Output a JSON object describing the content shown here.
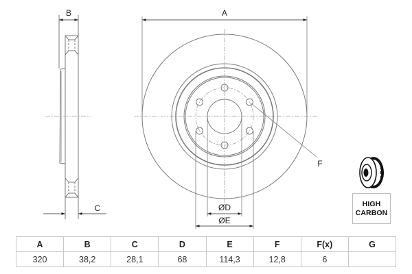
{
  "drawing": {
    "title": "Brake disc technical drawing",
    "side_view": {
      "dim_B_label": "B",
      "dim_C_label": "C"
    },
    "front_view": {
      "dim_A_label": "A",
      "dim_D_label": "ØD",
      "dim_E_label": "ØE",
      "leader_F_label": "F",
      "bolt_holes": 6
    },
    "colors": {
      "line": "#7a7a7a",
      "center_line": "#a0a0a0",
      "text": "#222222",
      "table_border": "#c8c8c8"
    }
  },
  "badge": {
    "icon": "brake-disc-icon",
    "line1": "HIGH",
    "line2": "CARBON"
  },
  "spec_table": {
    "headers": [
      "A",
      "B",
      "C",
      "D",
      "E",
      "F",
      "F(x)",
      "G"
    ],
    "values": [
      "320",
      "38,2",
      "28,1",
      "68",
      "114,3",
      "12,8",
      "6",
      ""
    ]
  }
}
